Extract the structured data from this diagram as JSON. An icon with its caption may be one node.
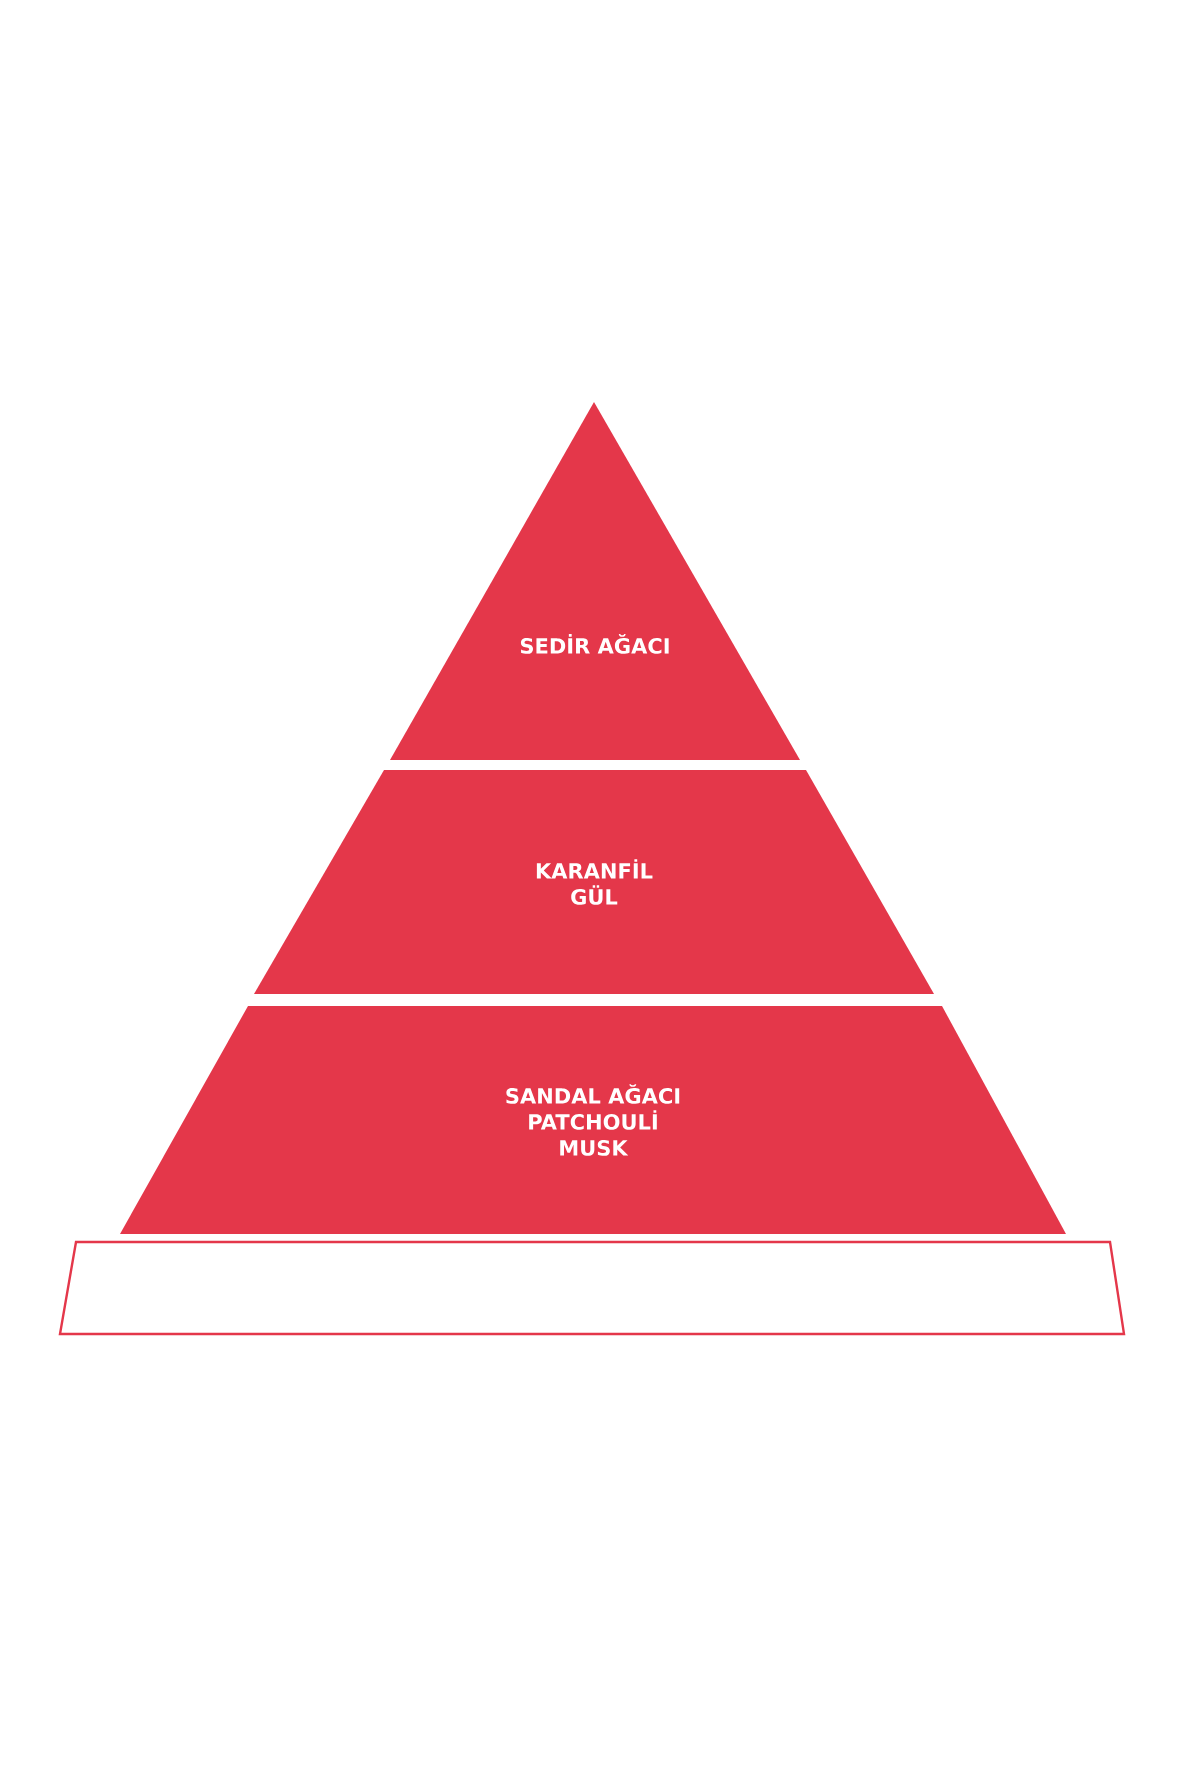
{
  "diagram": {
    "nodes": [
      {
        "text": [
          "SEDİR AĞACI"
        ]
      },
      {
        "text": [
          "KARANFİL",
          "GÜL"
        ]
      },
      {
        "text": [
          "SANDAL AĞACI",
          "PATCHOULİ",
          "MUSK"
        ]
      },
      {
        "text": [],
        "shape": "trapezoid"
      }
    ]
  }
}
